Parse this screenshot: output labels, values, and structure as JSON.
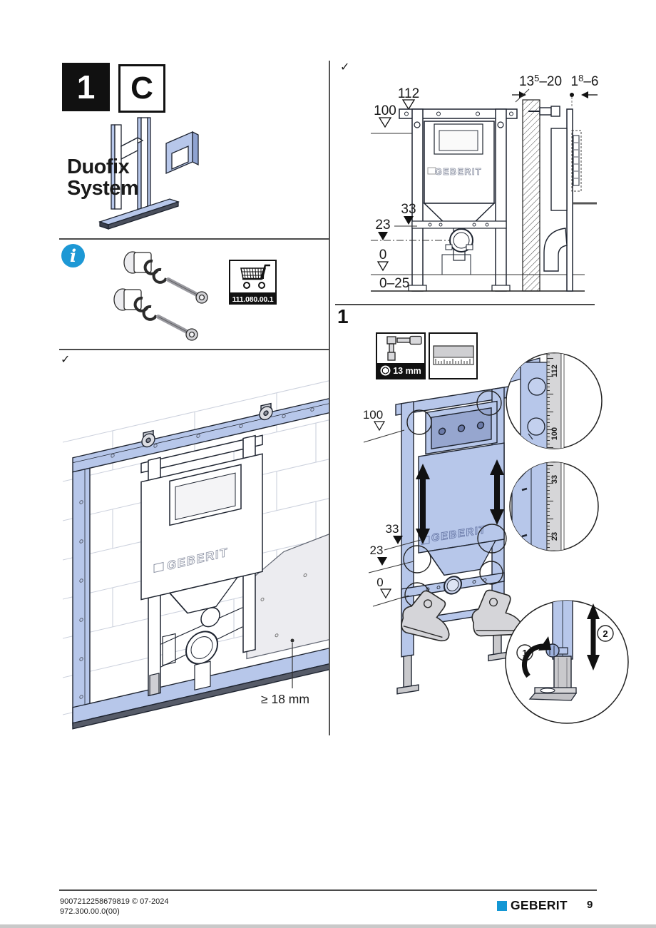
{
  "header": {
    "step_box": "1",
    "variant_box": "C",
    "system_line1": "Duofix",
    "system_line2": "System"
  },
  "info": {
    "article_number": "111.080.00.1"
  },
  "marks": {
    "check": "✓"
  },
  "overview": {
    "min_panel": "≥ 18 mm",
    "brand": "GEBERIT"
  },
  "elevation": {
    "dim_112": "112",
    "dim_100": "100",
    "dim_wall": {
      "pre": "13",
      "sup": "5",
      "post": "–20"
    },
    "dim_plate": {
      "pre": "1",
      "sup": "8",
      "post": "–6"
    },
    "dim_33": "33",
    "dim_23": "23",
    "dim_0": "0",
    "dim_range": "0–25",
    "brand": "GEBERIT"
  },
  "step1": {
    "number": "1",
    "tool_size": "13 mm",
    "dim_100": "100",
    "dim_33": "33",
    "dim_23": "23",
    "dim_0": "0",
    "ruler_top": {
      "v1": "112",
      "v2": "100"
    },
    "ruler_mid": {
      "v1": "33",
      "v2": "23"
    },
    "action_1": "1",
    "action_2": "2",
    "brand": "GEBERIT"
  },
  "footer": {
    "doc_id": "9007212258679819 © 07-2024",
    "doc_code": "972.300.00.0(00)",
    "brand": "GEBERIT",
    "page": "9"
  }
}
